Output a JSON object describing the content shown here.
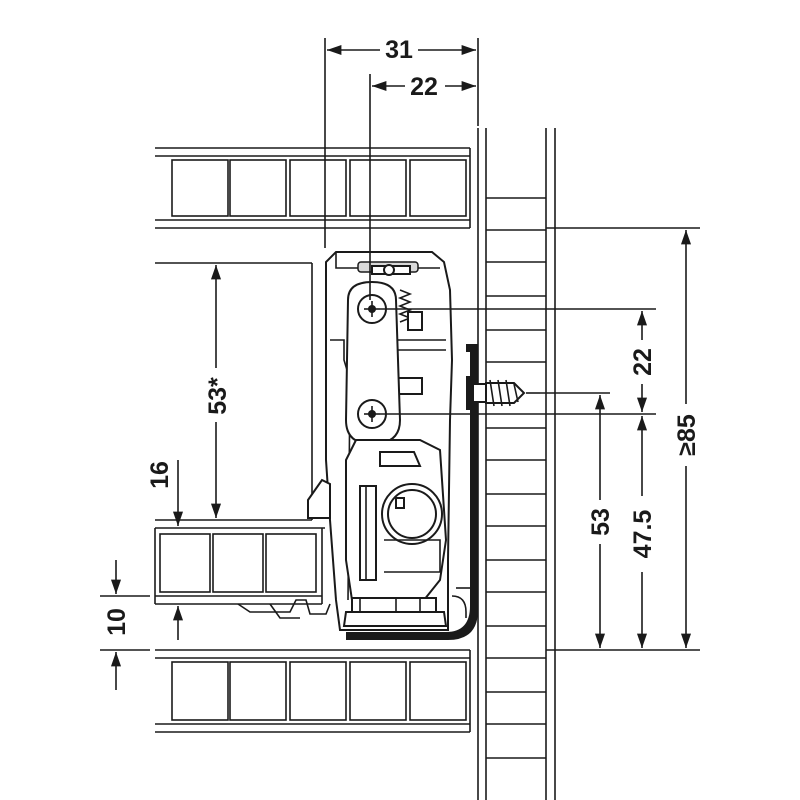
{
  "drawing": {
    "dimensions": {
      "top_overall": "31",
      "top_inner": "22",
      "drawer_side_height": "53*",
      "drawer_side_thickness": "16",
      "bottom_gap": "10",
      "screw_offset": "22",
      "bottom_height_a": "53",
      "bottom_height_b": "47.5",
      "min_height": "≥85"
    },
    "colors": {
      "line": "#1a1a1a",
      "background": "#ffffff",
      "accent": "#d9d9d9"
    }
  }
}
